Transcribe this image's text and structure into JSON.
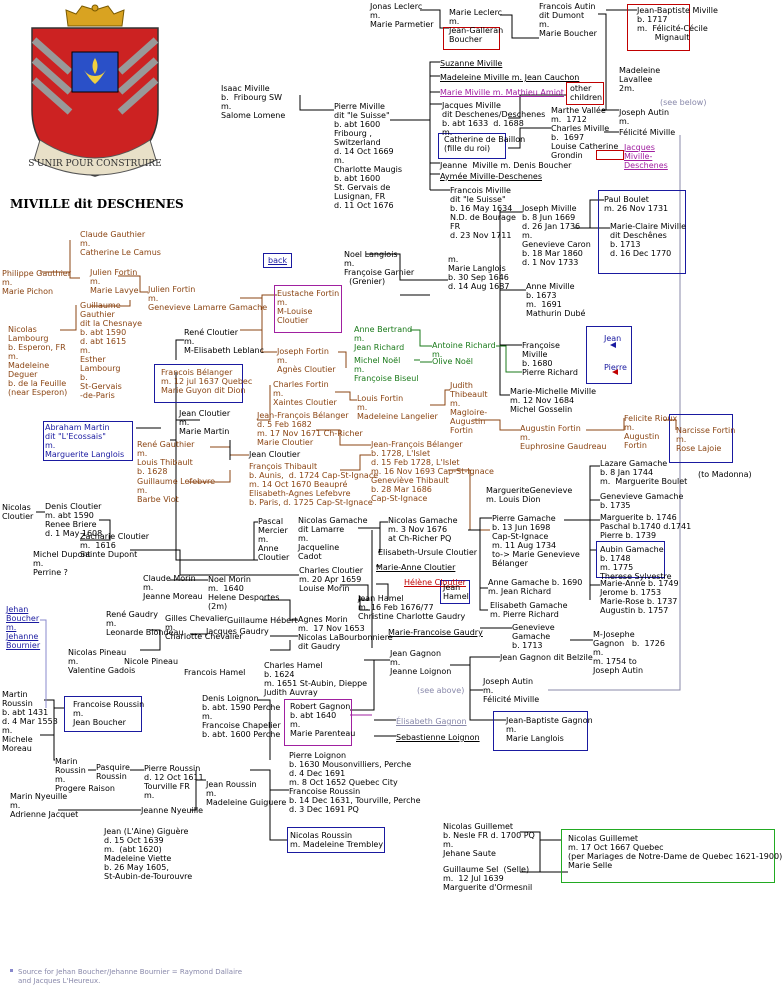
{
  "title": "MIVILLE dit DESCHENES",
  "motto": "S'UNIR POUR CONSTRUIRE",
  "back_link": "back",
  "source_note": "Source for Jehan Boucher/Jehanne Bournier = Raymond Dallaire\nand Jacques L'Heureux.",
  "colors": {
    "brown": "#8b4513",
    "green": "#1a7a1a",
    "red": "#c00000",
    "blue": "#1a1aa0",
    "purple": "#a020a0",
    "gray": "#8888aa",
    "box_green": "#22aa22"
  },
  "nodes": [
    {
      "t": "Jonas Leclerc\nm.\nMarie Parmetier",
      "c": ""
    },
    {
      "t": "Marie Leclerc\nm.\nJean-Galleran\nBoucher",
      "c": ""
    },
    {
      "t": "Francois Autin\ndit Dumont\nm.\nMarie Boucher",
      "c": ""
    },
    {
      "t": "Jean-Baptiste Miville\nb. 1717\nm.  Félicité-Cécile\n       Mignault",
      "c": ""
    },
    {
      "t": "Isaac Miville\nb.  Fribourg SW\nm.\nSalome Lomene",
      "c": ""
    },
    {
      "t": "Pierre Miville\ndit \"le Suisse\"\nb. abt 1600\nFribourg ,\nSwitzerland\nd. 14 Oct 1669\nm.\nCharlotte Maugis\nb. abt 1600\nSt. Gervais de\nLusignan, FR\nd. 11 Oct 1676",
      "c": ""
    },
    {
      "t": "Suzanne Miville",
      "c": "u"
    },
    {
      "t": "Madeleine Miville m. Jean Cauchon",
      "c": "u"
    },
    {
      "t": "Marie Miville m. Mathieu Amiot",
      "c": "pu u"
    },
    {
      "t": "other\nchildren",
      "c": ""
    },
    {
      "t": "Jacques Miville\ndit Deschenes/Deschenes\nb. abt 1633  d. 1688\nm.",
      "c": ""
    },
    {
      "t": "Marthe Vallée\nm.  1712\nCharles Miville\nb.  1697\nLouise Catherine\nGrondin",
      "c": ""
    },
    {
      "t": "Madeleine\nLavallee\n2m.",
      "c": ""
    },
    {
      "t": "(see below)",
      "c": "gy"
    },
    {
      "t": "Joseph Autin\nm.",
      "c": ""
    },
    {
      "t": "Félicité Miville",
      "c": ""
    },
    {
      "t": "Jacques\nMiville-\nDeschenes",
      "c": "pu u"
    },
    {
      "t": "Catherine de Baillon\n(fille du roi)",
      "c": ""
    },
    {
      "t": "Jeanne  Miville m. Denis Boucher",
      "c": ""
    },
    {
      "t": "Aymée Miville-Deschenes",
      "c": "u"
    },
    {
      "t": "Francois Miville\ndit \"le Suisse\"\nb. 16 May 1634\nN.D. de Bourage\nFR\nd. 23 Nov 1711",
      "c": ""
    },
    {
      "t": "Joseph Miville\nb. 8 Jun 1669\nd. 26 Jan 1736\nm.\nGenevieve Caron\nb. 18 Mar 1860\nd. 1 Nov 1733",
      "c": ""
    },
    {
      "t": "Paul Boulet\nm. 26 Nov 1731",
      "c": ""
    },
    {
      "t": "Marie-Claire Miville\ndit Deschênes\nb. 1713\nd. 16 Dec 1770",
      "c": ""
    },
    {
      "t": "Noel Langlois\nm.\nFrançoise Garnier\n  (Grenier)",
      "c": ""
    },
    {
      "t": "m.\nMarie Langlois\nb. 30 Sep 1646\nd. 14 Aug 1687",
      "c": ""
    },
    {
      "t": "Claude Gauthier\nm.\nCatherine Le Camus",
      "c": "br"
    },
    {
      "t": "Philippe Gauthier\nm.\nMarie Pichon",
      "c": "br"
    },
    {
      "t": "Julien Fortin\nm.\nMarie Lavye",
      "c": "br"
    },
    {
      "t": "Julien Fortin\nm.\nGenevieve Lamarre Gamache",
      "c": "br"
    },
    {
      "t": "Eustache Fortin\nm.\nM-Louise\nCloutier",
      "c": "br"
    },
    {
      "t": "Guillaume\nGauthier\ndit la Chesnaye\nb. abt 1590\nd. abt 1615\nm.\nEsther\nLambourg\nb.\nSt-Gervais\n-de-Paris",
      "c": "br"
    },
    {
      "t": "Nicolas\nLambourg\nb. Esperon, FR\nm.\nMadeleine\nDeguer\nb. de la Feuille\n(near Esperon)",
      "c": "br"
    },
    {
      "t": "René Cloutier\nm.\nM-Elisabeth Leblanc",
      "c": ""
    },
    {
      "t": "Joseph Fortin\nm.\nAgnès Cloutier",
      "c": "br"
    },
    {
      "t": "Anne Bertrand\nm.\nJean Richard",
      "c": "gr"
    },
    {
      "t": "Antoine Richard\nm.",
      "c": "gr"
    },
    {
      "t": "Michel Noël\nm.\nFrançoise Biseul",
      "c": "gr"
    },
    {
      "t": "Olive Noël",
      "c": "gr"
    },
    {
      "t": "Anne Miville\nb. 1673\nm.  1691\nMathurin Dubé",
      "c": ""
    },
    {
      "t": "Françoise\nMiville\nb. 1680\nPierre Richard",
      "c": ""
    },
    {
      "t": "Jean",
      "c": "bl"
    },
    {
      "t": "Pierre",
      "c": "bl"
    },
    {
      "t": "Marie-Michelle Miville\nm. 12 Nov 1684\nMichel Gosselin",
      "c": ""
    },
    {
      "t": "Francois Bélanger\nm. 12 jul 1637 Quebec\nMarie Guyon dit Dion",
      "c": "br"
    },
    {
      "t": "Charles Fortin\nm.\nXaintes Cloutier",
      "c": "br"
    },
    {
      "t": "Louis Fortin\nm.\nMadeleine Langelier",
      "c": "br"
    },
    {
      "t": "Judith\nThibeault\nm.\nMagloire-\nAugustin\nFortin",
      "c": "br"
    },
    {
      "t": "Augustin Fortin\nm.\nEuphrosine Gaudreau",
      "c": "br"
    },
    {
      "t": "Felicite Rioux\nm.\nAugustin\nFortin",
      "c": "br"
    },
    {
      "t": "Narcisse Fortin\nm.\nRose Lajoie",
      "c": "br"
    },
    {
      "t": "(to Madonna)",
      "c": ""
    },
    {
      "t": "Abraham Martin\ndit \"L'Ecossais\"\nm.\nMarguerite Langlois",
      "c": "bl"
    },
    {
      "t": "Jean Cloutier\nm.\nMarie Martin",
      "c": ""
    },
    {
      "t": "Jean-François Bélanger\nd. 5 Feb 1682\nm. 17 Nov 1671 Ch-Richer\nMarie Cloutier",
      "c": "br"
    },
    {
      "t": "Jean-François Bélanger\nb. 1728, L'Islet\nd. 15 Feb 1728, L'Islet\nm. 16 Nov 1693 Cap-St-Ignace\nGeneviève Thibault\nb. 28 Mar 1686\nCap-St-Ignace",
      "c": "br"
    },
    {
      "t": "René Gauthier\nm.\nLouis Thibault\nb. 1628",
      "c": "br"
    },
    {
      "t": "Jean Cloutier",
      "c": ""
    },
    {
      "t": "François Thibault\nb. Aunis,  d. 1724 Cap-St-Ignace\nm. 14 Oct 1670 Beaupré\nElisabeth-Agnes Lefebvre\nb. Paris, d. 1725 Cap-St-Ignace",
      "c": "br"
    },
    {
      "t": "Guillaume Lefebvre\nm.\nBarbe Viot",
      "c": "br"
    },
    {
      "t": "Lazare Gamache\nb. 8 Jan 1744\nm.  Marguerite Boulet",
      "c": ""
    },
    {
      "t": "MargueriteGenevieve\nm. Louis Dion",
      "c": ""
    },
    {
      "t": "Genevieve Gamache\nb. 1735",
      "c": ""
    },
    {
      "t": "Marguerite b. 1746\nPaschal b.1740 d.1741\nPierre b. 1739",
      "c": ""
    },
    {
      "t": "Pierre Gamache\nb. 13 Jun 1698\nCap-St-Ignace\nm. 11 Aug 1734\nto-> Marie Genevieve\nBélanger",
      "c": ""
    },
    {
      "t": "Aubin Gamache\nb. 1748\nm. 1775\nTherese Sylvestre",
      "c": ""
    },
    {
      "t": "Marie-Anne b. 1749\nJerome b. 1753\nMarie-Rose b. 1737\nAugustin b. 1757",
      "c": ""
    },
    {
      "t": "Anne Gamache b. 1690\nm. Jean Richard",
      "c": ""
    },
    {
      "t": "Elisabeth Gamache\nm. Pierre Richard",
      "c": ""
    },
    {
      "t": "Genevieve\nGamache\nb. 1713",
      "c": ""
    },
    {
      "t": "M-Josephe\nGagnon   b.  1726\nm.\nm. 1754 to\nJoseph Autin",
      "c": ""
    },
    {
      "t": "Nicolas\nCloutier",
      "c": ""
    },
    {
      "t": "Denis Cloutier\nm. abt 1590\nRenee Briere\nd. 1 May 1608",
      "c": ""
    },
    {
      "t": "Zacharie Cloutier\nm.  1616\nSainte Dupont",
      "c": ""
    },
    {
      "t": "Michel Dupont\nm.\nPerrine ?",
      "c": ""
    },
    {
      "t": "Pascal\nMercier\nm.\nAnne\nCloutier",
      "c": ""
    },
    {
      "t": "Nicolas Gamache\ndit Lamarre\nm.\nJacqueline\nCadot",
      "c": ""
    },
    {
      "t": "Nicolas Gamache\nm. 3 Nov 1676\nat Ch-Richer PQ",
      "c": ""
    },
    {
      "t": "Elisabeth-Ursule Cloutier",
      "c": ""
    },
    {
      "t": "Marie-Anne Cloutier",
      "c": "u"
    },
    {
      "t": "Charles Cloutier\nm. 20 Apr 1659\nLouise Morin",
      "c": ""
    },
    {
      "t": "Hélène Cloutier",
      "c": "rd u"
    },
    {
      "t": "Jean\nHamel",
      "c": ""
    },
    {
      "t": "Claude Morin\nm.\nJeanne Moreau",
      "c": ""
    },
    {
      "t": "Noel Morin\nm.  1640\nHelene Desportes\n(2m)",
      "c": ""
    },
    {
      "t": "Guillaume Hébert",
      "c": ""
    },
    {
      "t": "Jean Hamel\nm. 16 Feb 1676/77\nChristine Charlotte Gaudry",
      "c": ""
    },
    {
      "t": "Marie-Francoise Gaudry",
      "c": "u"
    },
    {
      "t": "René Gaudry\nm.\nLeonarde Blondeau",
      "c": ""
    },
    {
      "t": "Gilles Chevalier\nm.\nCharlotte Chevalier",
      "c": ""
    },
    {
      "t": "Jacques Gaudry",
      "c": ""
    },
    {
      "t": "Agnes Morin\nm.  17 Nov 1653\nNicolas LaBourbonniere\ndit Gaudry",
      "c": ""
    },
    {
      "t": "Jehan\nBoucher\nm.\nJehanne\nBournier",
      "c": "bl u"
    },
    {
      "t": "Nicolas Pineau\nm.\nValentine Gadois",
      "c": ""
    },
    {
      "t": "Nicole Pineau",
      "c": ""
    },
    {
      "t": "Francois Hamel",
      "c": ""
    },
    {
      "t": "Charles Hamel\nb. 1624\nm. 1651 St-Aubin, Dieppe\nJudith Auvray",
      "c": ""
    },
    {
      "t": "Jean Gagnon\nm.\nJeanne Loignon",
      "c": ""
    },
    {
      "t": "Jean Gagnon dit Belzile",
      "c": ""
    },
    {
      "t": "(see above)",
      "c": "gy"
    },
    {
      "t": "Joseph Autin\nm.\nFélicité Miville",
      "c": ""
    },
    {
      "t": "Jean-Baptiste Gagnon\nm.\nMarie Langlois",
      "c": ""
    },
    {
      "t": "Martin\nRoussin\nb. abt 1431\nd. 4 Mar 1553\nm.\nMichele\nMoreau",
      "c": ""
    },
    {
      "t": "Francoise Roussin\nm.\nJean Boucher",
      "c": ""
    },
    {
      "t": "Denis Loignon\nb. abt. 1590 Perche\nm.\nFrancoise Chapelier\nb. abt. 1600 Perche",
      "c": ""
    },
    {
      "t": "Robert Gagnon\nb. abt 1640\nm.\nMarie Parenteau",
      "c": ""
    },
    {
      "t": "Élisabeth Gagnon",
      "c": "gy u"
    },
    {
      "t": "Sebastienne Loignon",
      "c": "u"
    },
    {
      "t": "Marin\nRoussin\nm.\nProgere Raison",
      "c": ""
    },
    {
      "t": "Pasquire\nRoussin",
      "c": ""
    },
    {
      "t": "Pierre Roussin\nd. 12 Oct 1611\nTourville FR\nm.",
      "c": ""
    },
    {
      "t": "Pierre Loignon\nb. 1630 Mousonvilliers, Perche\nd. 4 Dec 1691\nm. 8 Oct 1652 Quebec City\nFrancoise Roussin\nb. 14 Dec 1631, Tourville, Perche\nd. 3 Dec 1691 PQ",
      "c": ""
    },
    {
      "t": "Jean Roussin\nm.\nMadeleine Guiguere",
      "c": ""
    },
    {
      "t": "Marin Nyeuille\nm.\nAdrienne Jacquet",
      "c": ""
    },
    {
      "t": "Jeanne Nyeuille",
      "c": ""
    },
    {
      "t": "Jean (L'Aine) Giguère\nd. 15 Oct 1639\nm.  (abt 1620)\nMadeleine Viette\nb. 26 May 1605,\nSt-Aubin-de-Tourouvre",
      "c": ""
    },
    {
      "t": "Nicolas Roussin\nm. Madeleine Trembley",
      "c": ""
    },
    {
      "t": "Nicolas Guillemet\nb. Nesle FR d. 1700 PQ\nm.\nJehane Saute",
      "c": ""
    },
    {
      "t": "Nicolas Guillemet\nm. 17 Oct 1667 Quebec\n(per Mariages de Notre-Dame de Quebec 1621-1900)\nMarie Selle",
      "c": ""
    },
    {
      "t": "Guillaume Sel  (Selle)\nm.  12 Jul 1639\nMarguerite d'Ormesnil",
      "c": ""
    }
  ]
}
